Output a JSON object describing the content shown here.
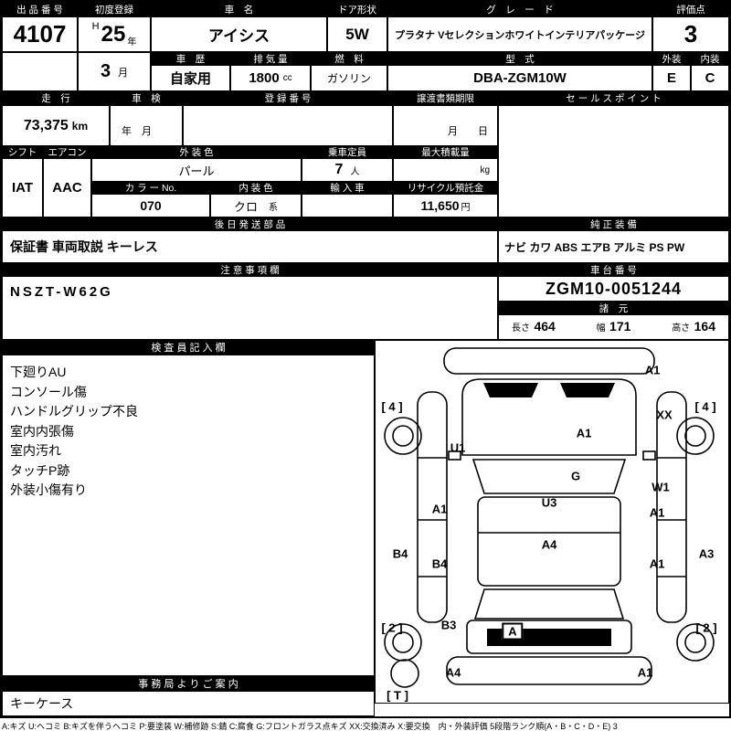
{
  "top": {
    "exhibit_label": "出 品 番 号",
    "exhibit_value": "4107",
    "first_reg_label": "初度登録",
    "first_reg_era": "H",
    "first_reg_year": "25",
    "first_reg_year_unit": "年",
    "first_reg_month": "3",
    "first_reg_month_unit": "月",
    "car_name_label": "車　名",
    "car_name_value": "アイシス",
    "door_label": "ドア形状",
    "door_value": "5W",
    "grade_label": "グ　レ　ー　ド",
    "grade_value": "プラタナ Vセレクションホワイトインテリアパッケージ",
    "score_label": "評価点",
    "score_value": "3",
    "history_label": "車　歴",
    "history_value": "自家用",
    "displacement_label": "排 気 量",
    "displacement_value": "1800",
    "displacement_unit": "cc",
    "fuel_label": "燃　料",
    "fuel_value": "ガソリン",
    "model_label": "型　式",
    "model_value": "DBA-ZGM10W",
    "exterior_label": "外装",
    "exterior_value": "E",
    "interior_label": "内装",
    "interior_value": "C"
  },
  "mileage": {
    "label": "走　行",
    "value": "73,375",
    "unit": "km",
    "shaken_label": "車　検",
    "shaken_value": "年　月",
    "reg_label": "登 録 番 号",
    "transfer_label": "譲渡書類期限",
    "transfer_value": "月　　日",
    "sales_label": "セ ー ル ス ポ イ ン ト"
  },
  "spec": {
    "shift_label": "シフト",
    "shift_value": "IAT",
    "aircon_label": "エアコン",
    "aircon_value": "AAC",
    "ext_color_label": "外 装 色",
    "ext_color_value": "パール",
    "capacity_label": "乗車定員",
    "capacity_value": "7",
    "capacity_unit": "人",
    "load_label": "最大積載量",
    "load_unit": "kg",
    "color_no_label": "カ ラ ー No.",
    "color_no_value": "070",
    "int_color_label": "内 装 色",
    "int_color_value": "クロ",
    "int_color_unit": "系",
    "import_label": "輸 入 車",
    "recycle_label": "リサイクル預託金",
    "recycle_value": "11,650",
    "recycle_unit": "円"
  },
  "parts": {
    "label": "後 日 発 送 部 品",
    "value": "保証書 車両取説 キーレス",
    "equipment_label": "純 正 装 備",
    "equipment_value": "ナビ カワ ABS エアB アルミ PS PW"
  },
  "caution": {
    "label": "注 意 事 項 欄",
    "value": "NSZT-W62G",
    "chassis_label": "車 台 番 号",
    "chassis_value": "ZGM10-0051244",
    "dims_label": "諸　元",
    "length_label": "長さ",
    "length_value": "464",
    "width_label": "幅",
    "width_value": "171",
    "height_label": "高さ",
    "height_value": "164"
  },
  "inspector": {
    "label": "検 査 員 記 入 欄",
    "notes": [
      "下廻りAU",
      "コンソール傷",
      "ハンドルグリップ不良",
      "室内内張傷",
      "室内汚れ",
      "タッチP跡",
      "外装小傷有り"
    ]
  },
  "office": {
    "label": "事 務 局 よ り ご 案 内",
    "value": "キーケース"
  },
  "diagram": {
    "labels": [
      "A1",
      "[ 4 ]",
      "[ 4 ]",
      "XX",
      "U1",
      "A1",
      "G",
      "W1",
      "U3",
      "A1",
      "A1",
      "A4",
      "B4",
      "B4",
      "A1",
      "A3",
      "B3",
      "A",
      "[ 2 ]",
      "[ 2 ]",
      "A4",
      "A1",
      "[ T ]"
    ]
  },
  "legend": "A:キズ U:ヘコミ B:キズを伴うヘコミ P:要塗装 W:補修跡 S:錆 C:腐食 G:フロントガラス点キズ XX:交換済み X:要交換　内・外装評価 5段階ランク順(A・B・C・D・E) 3"
}
